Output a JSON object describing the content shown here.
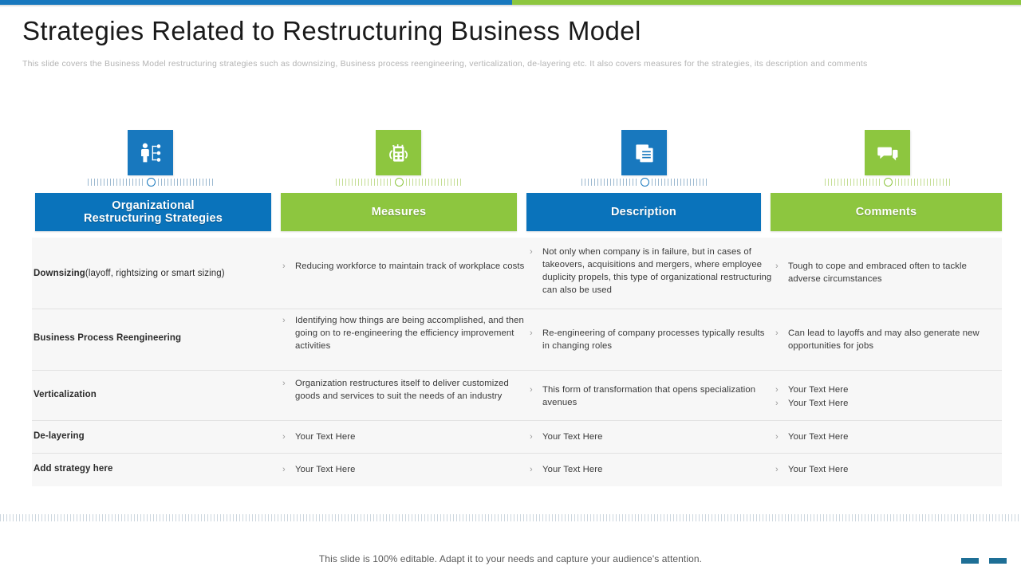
{
  "slide": {
    "title": "Strategies Related to Restructuring Business Model",
    "subtitle": "This slide covers the Business Model restructuring strategies such as downsizing, Business process reengineering, verticalization, de-layering etc. It also covers measures for the strategies, its description and comments",
    "footer_note": "This slide is 100% editable. Adapt it to your needs and capture your audience's attention."
  },
  "colors": {
    "blue": "#0a73bb",
    "accent_blue": "#1878be",
    "green": "#8dc63f",
    "table_bg": "#f7f7f7",
    "footer_mark": "#1e6f96"
  },
  "columns": [
    {
      "label": "Organizational\nRestructuring Strategies",
      "label_line1": "Organizational",
      "label_line2": "Restructuring Strategies",
      "theme": "blue",
      "icon": "org-hierarchy-icon"
    },
    {
      "label": "Measures",
      "theme": "green",
      "icon": "measuring-device-icon"
    },
    {
      "label": "Description",
      "theme": "blue",
      "icon": "documents-icon"
    },
    {
      "label": "Comments",
      "theme": "green",
      "icon": "chat-bubbles-icon"
    }
  ],
  "rows": [
    {
      "strategy_bold": "Downsizing",
      "strategy_normal": "(layoff, rightsizing or smart sizing)",
      "measures": [
        "Reducing workforce to maintain track of workplace costs"
      ],
      "description": [
        "Not only when company is in failure, but in cases of takeovers, acquisitions and mergers, where employee duplicity propels, this type of organizational restructuring can also be used"
      ],
      "comments": [
        "Tough to cope and embraced often to tackle adverse circumstances"
      ]
    },
    {
      "strategy_bold": "Business Process Reengineering",
      "strategy_normal": "",
      "measures": [
        "Identifying how things are being accomplished, and then going on to re-engineering the efficiency improvement activities"
      ],
      "description": [
        "Re-engineering of company processes typically results in changing roles"
      ],
      "comments": [
        "Can lead to layoffs and may also generate new opportunities for jobs"
      ]
    },
    {
      "strategy_bold": "Verticalization",
      "strategy_normal": "",
      "measures": [
        "Organization restructures itself to deliver customized goods and services to suit the needs of an industry"
      ],
      "description": [
        "This form of transformation that opens specialization avenues"
      ],
      "comments": [
        "Your Text Here",
        "Your Text Here"
      ]
    },
    {
      "strategy_bold": "De-layering",
      "strategy_normal": "",
      "measures": [
        "Your Text Here"
      ],
      "description": [
        "Your Text Here"
      ],
      "comments": [
        "Your Text Here"
      ]
    },
    {
      "strategy_bold": "Add strategy here",
      "strategy_normal": "",
      "measures": [
        "Your Text Here"
      ],
      "description": [
        "Your Text Here"
      ],
      "comments": [
        "Your Text Here"
      ]
    }
  ]
}
